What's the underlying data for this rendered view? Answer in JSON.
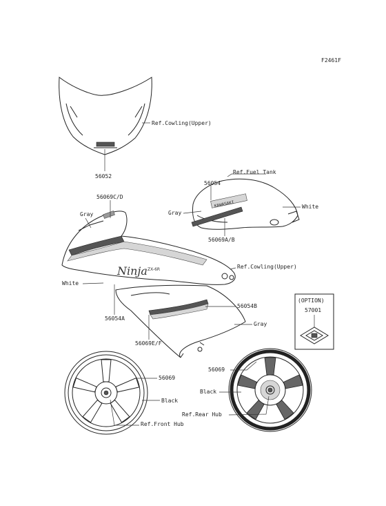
{
  "figure_code": "F2461F",
  "labels": {
    "windshield_part": "56052",
    "ref_cowling_upper_top": "Ref.Cowling(Upper)",
    "ref_fuel_tank": "Ref.Fuel Tank",
    "tank_part": "56054",
    "tank_gray": "Gray",
    "tank_white": "White",
    "tank_stripe_part": "56069A/B",
    "cowl_part_cd": "56069C/D",
    "cowl_gray": "Gray",
    "ref_cowling_upper_mid": "Ref.Cowling(Upper)",
    "cowl_white": "White",
    "part_56054b": "56054B",
    "part_56054a": "56054A",
    "lower_gray": "Gray",
    "part_56069ef": "56069E/F",
    "option_title": "(OPTION)",
    "option_part": "57001",
    "front_wheel_part": "56069",
    "front_black": "Black",
    "ref_front_hub": "Ref.Front Hub",
    "rear_wheel_part": "56069",
    "rear_black": "Black",
    "ref_rear_hub": "Ref.Rear Hub"
  },
  "logos": {
    "cowl_script": "Ninja",
    "cowl_model": "ZX-6R"
  }
}
